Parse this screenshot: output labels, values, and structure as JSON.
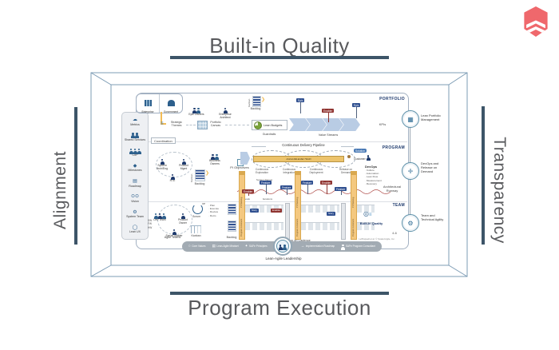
{
  "titles": {
    "top": "Built-in Quality",
    "bottom": "Program Execution",
    "left": "Alignment",
    "right": "Transparency"
  },
  "colors": {
    "accent_bar": "#3d5568",
    "frame_line": "#7d9cb5",
    "logo": "#ef686c",
    "tag_blue": "#2f4f8f",
    "tag_red": "#8f3330",
    "gold": "#ecc36c",
    "orange": "#f4c87f"
  },
  "safe": {
    "levels": {
      "portfolio": "PORTFOLIO",
      "program": "PROGRAM",
      "team": "TEAM"
    },
    "right_rail": [
      "Lean Portfolio Management",
      "DevOps and Release on Demand",
      "Team and Technical Agility"
    ],
    "palette": [
      "Metrics",
      "Shared Services",
      "CoP",
      "Milestones",
      "Roadmap",
      "Vision",
      "System Team",
      "Lean UX"
    ],
    "portfolio": {
      "enterprise": "Enterprise",
      "government": "Government",
      "epic_owners": "Epic Owners",
      "enterprise_architect": "Enterprise Architect",
      "kanban": "Kanban",
      "backlog": "Backlog",
      "strategic_themes": "Strategic Themes",
      "portfolio_canvas": "Portfolio Canvas",
      "lean_budgets": "Lean Budgets",
      "guardrails": "Guardrails",
      "value_streams": "Value Streams",
      "kpis": "KPIs",
      "epic_tag": "Epic",
      "enabler_tag": "Enabler"
    },
    "program": {
      "coordination": "Coordination",
      "business_owners": "Business Owners",
      "system_arch": "System Arch/Eng",
      "product_mgmt": "Product Mgmt",
      "rte": "RTE",
      "kanban": "Kanban",
      "backlog": "Backlog",
      "pi_objectives": "PI Objectives",
      "cdp": "Continuous Delivery Pipeline",
      "art": "AGILE RELEASE TRAIN",
      "stages": [
        "Continuous Exploration",
        "Continuous Integration",
        "Continuous Deployment",
        "Release on Demand"
      ],
      "solution": "Solution",
      "customer": "Customer",
      "devops_title": "DevOps",
      "devops_items": [
        "Culture",
        "Automation",
        "Lean Flow",
        "Measurement",
        "Recovery"
      ],
      "system_demos": "System Demos",
      "feature_tag": "Feature",
      "enabler_tag": "Enabler",
      "arch_runway": "Architectural Runway"
    },
    "team": {
      "dev_team": "Dev Team",
      "product_owner": "Product Owner",
      "scrum_master": "Scrum Master",
      "agile_teams": "Agile Teams",
      "sw": "SW",
      "fw": "FW",
      "hw": "HW",
      "scrum": "Scrum",
      "xp": "XP",
      "scrum_items": [
        "Plan",
        "Execute",
        "Review",
        "Retro"
      ],
      "kanban": "Kanban",
      "backlog": "Backlog",
      "goals": "Goals",
      "iterations": "Iterations",
      "story_tag": "Story",
      "enabler_tag": "Enabler",
      "pi_planning": "PI Planning",
      "program_increment": "Program Increment",
      "develop_on_cadence": "Develop on Cadence",
      "built_in_quality": "Built-In Quality",
      "page_ref": "4-6",
      "copyright": "Leffingwell et al. © Scaled Agile, Inc."
    },
    "foundation": {
      "items": [
        "Core Values",
        "Lean-Agile Mindset",
        "SAFe Principles",
        "Implementation Roadmap",
        "SAFe Program Consultant"
      ],
      "leadership": "Lean-Agile Leadership"
    }
  }
}
